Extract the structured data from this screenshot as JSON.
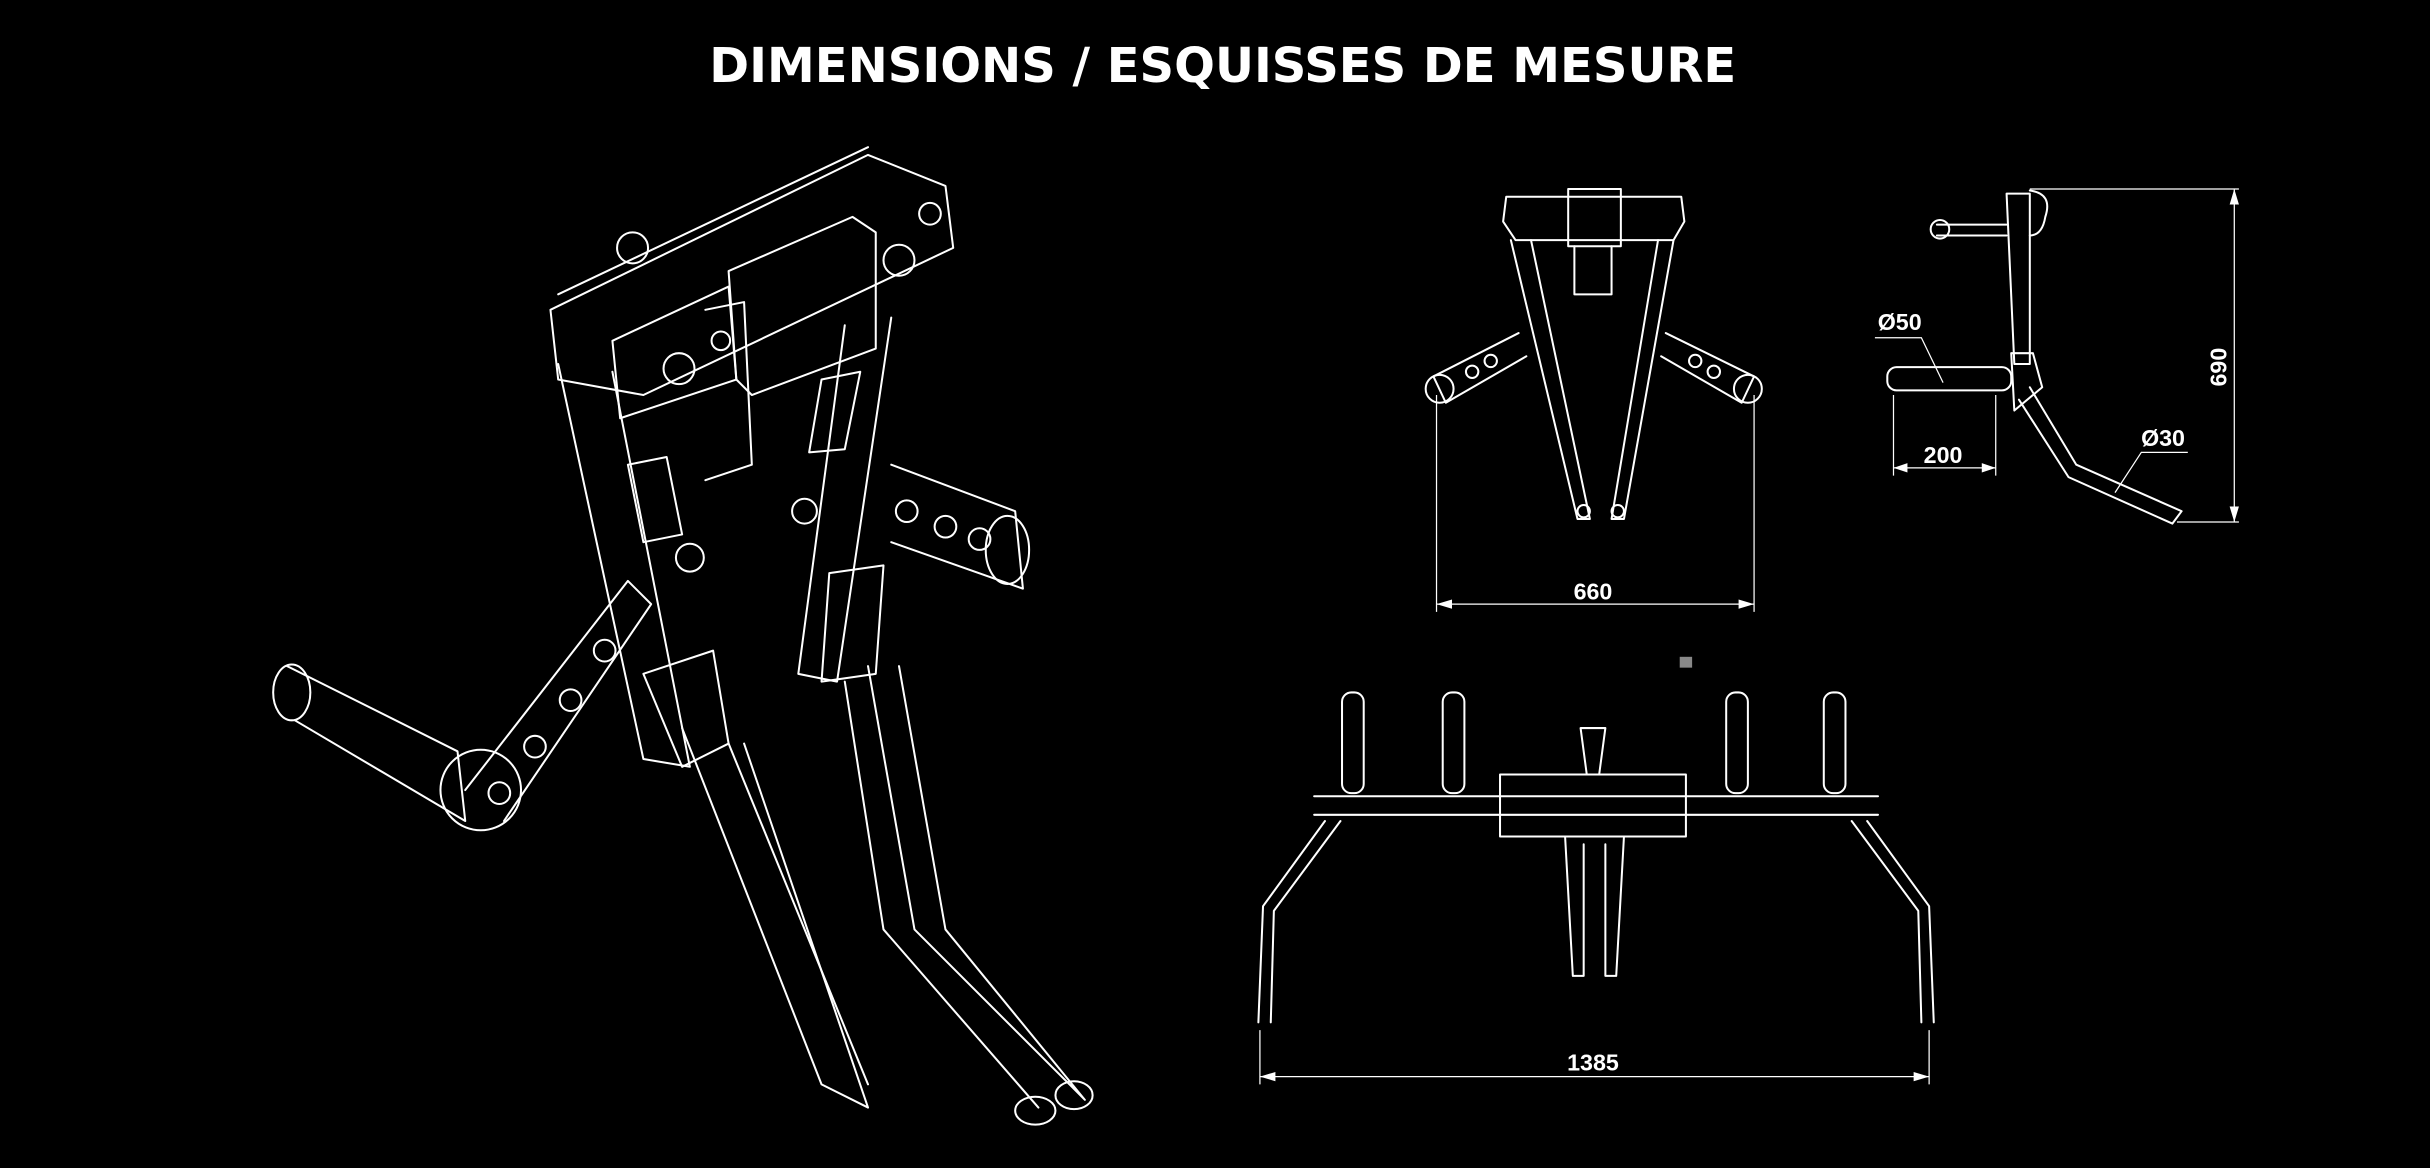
{
  "title": "DIMENSIONS / ESQUISSES DE MESURE",
  "dimensions": {
    "front_width": "660",
    "side_height": "690",
    "side_handle_length": "200",
    "handle_diameter": "Ø50",
    "grip_diameter": "Ø30",
    "top_width": "1385"
  },
  "colors": {
    "background": "#000000",
    "lines": "#ffffff"
  }
}
